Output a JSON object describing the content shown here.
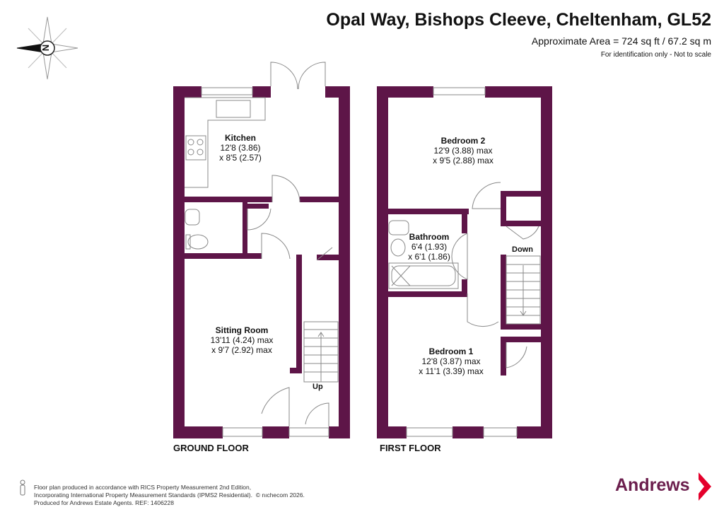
{
  "header": {
    "title": "Opal Way, Bishops Cleeve, Cheltenham, GL52",
    "area": "Approximate Area = 724 sq ft / 67.2 sq m",
    "disclaimer": "For identification only - Not to scale"
  },
  "compass": {
    "letter": "N",
    "icon": "compass-icon"
  },
  "ground_floor": {
    "label": "GROUND FLOOR",
    "rooms": [
      {
        "name": "Kitchen",
        "dim1": "12'8 (3.86)",
        "dim2": "x 8'5 (2.57)"
      },
      {
        "name": "Sitting Room",
        "dim1": "13'11 (4.24) max",
        "dim2": "x 9'7 (2.92) max"
      }
    ],
    "stairs_label": "Up"
  },
  "first_floor": {
    "label": "FIRST FLOOR",
    "rooms": [
      {
        "name": "Bedroom 2",
        "dim1": "12'9 (3.88) max",
        "dim2": "x 9'5 (2.88) max"
      },
      {
        "name": "Bathroom",
        "dim1": "6'4 (1.93)",
        "dim2": "x 6'1 (1.86)"
      },
      {
        "name": "Bedroom 1",
        "dim1": "12'8 (3.87) max",
        "dim2": "x 11'1 (3.39) max"
      }
    ],
    "stairs_label": "Down"
  },
  "footer": {
    "line1": "Floor plan produced in accordance with RICS Property Measurement 2nd Edition,",
    "line2": "Incorporating International Property Measurement Standards (IPMS2 Residential).",
    "copyright": "© nıchecom 2026.",
    "line3": "Produced for Andrews Estate Agents.   REF: 1406228"
  },
  "brand": {
    "name": "Andrews",
    "color": "#6b1e4d",
    "accent": "#e4002b"
  },
  "colors": {
    "wall": "#5e1548",
    "fixture": "#888888"
  }
}
